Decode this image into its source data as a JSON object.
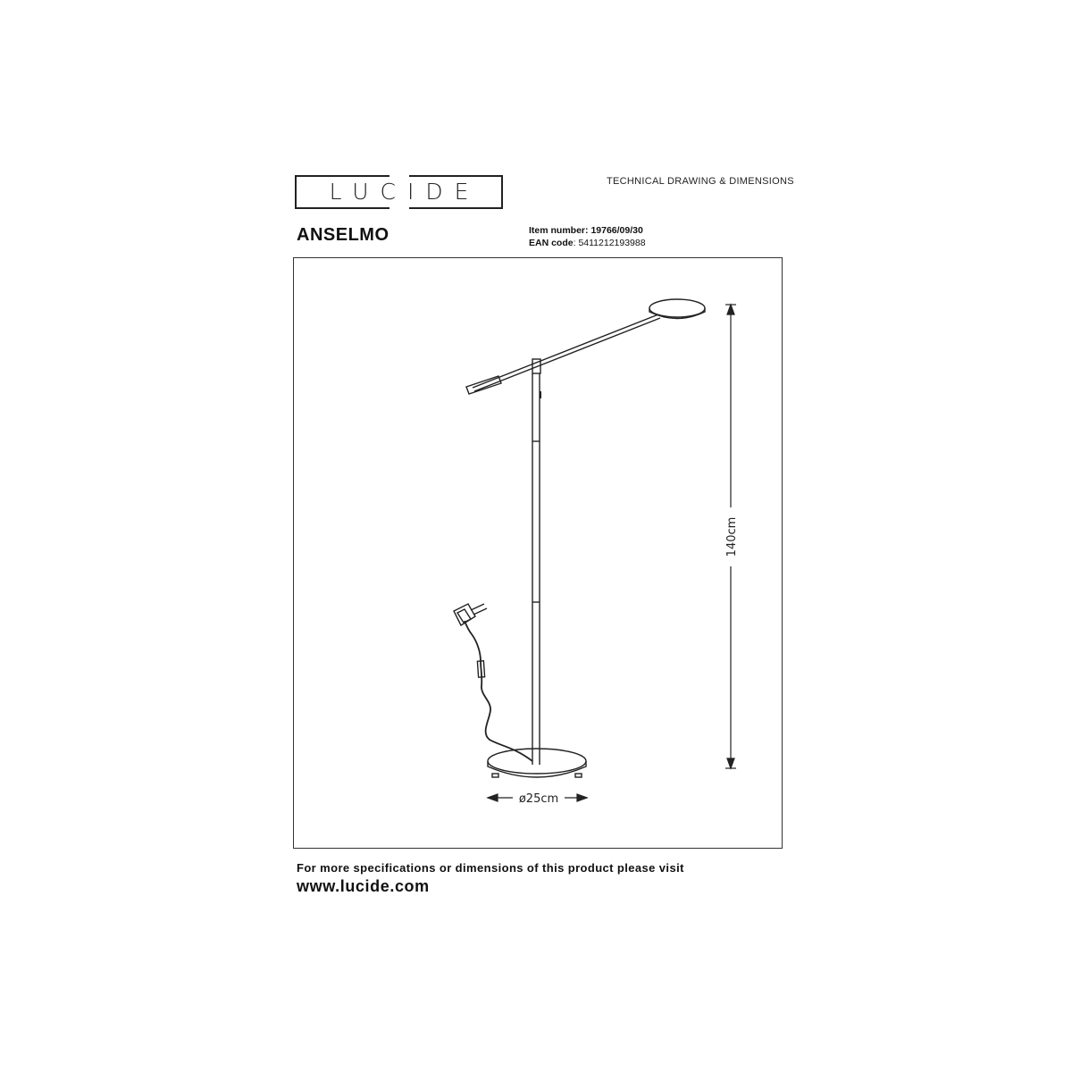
{
  "header": {
    "brand": "LUCIDE",
    "doc_type": "TECHNICAL DRAWING & DIMENSIONS"
  },
  "product": {
    "name": "ANSELMO",
    "item_number_label": "Item number:",
    "item_number": "19766/09/30",
    "ean_label": "EAN code",
    "ean": "5411212193988"
  },
  "drawing": {
    "height_dim": "140cm",
    "base_dim": "ø25cm"
  },
  "footer": {
    "note": "For more specifications or dimensions of this product please visit",
    "url": "www.lucide.com"
  }
}
